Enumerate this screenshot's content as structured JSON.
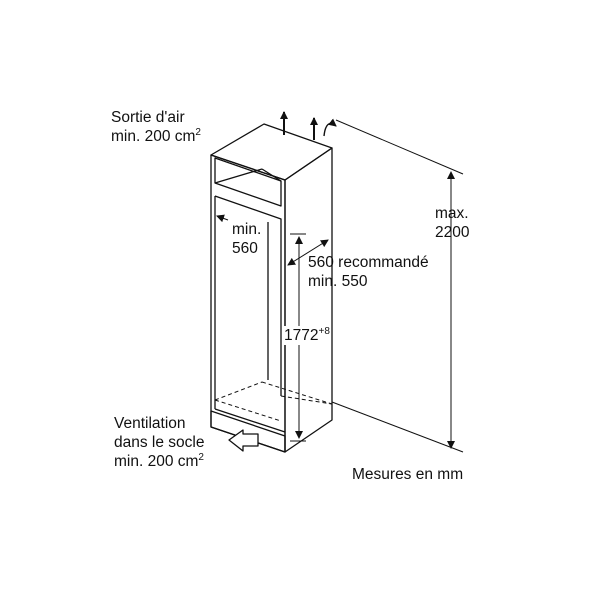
{
  "labels": {
    "air_outlet": {
      "line1": "Sortie d'air",
      "line2": "min. 200 cm",
      "sup": "2"
    },
    "max_height": {
      "line1": "max.",
      "line2": "2200"
    },
    "min_width": {
      "line1": "min.",
      "line2": "560"
    },
    "depth": {
      "line1": "560 recommandé",
      "line2": "min. 550"
    },
    "niche_height": {
      "value": "1772",
      "sup": "+8"
    },
    "ventilation": {
      "line1": "Ventilation",
      "line2": "dans le socle",
      "line3": "min. 200 cm",
      "sup": "2"
    },
    "units_note": "Mesures en mm"
  },
  "colors": {
    "ink": "#111111",
    "background": "#ffffff"
  }
}
